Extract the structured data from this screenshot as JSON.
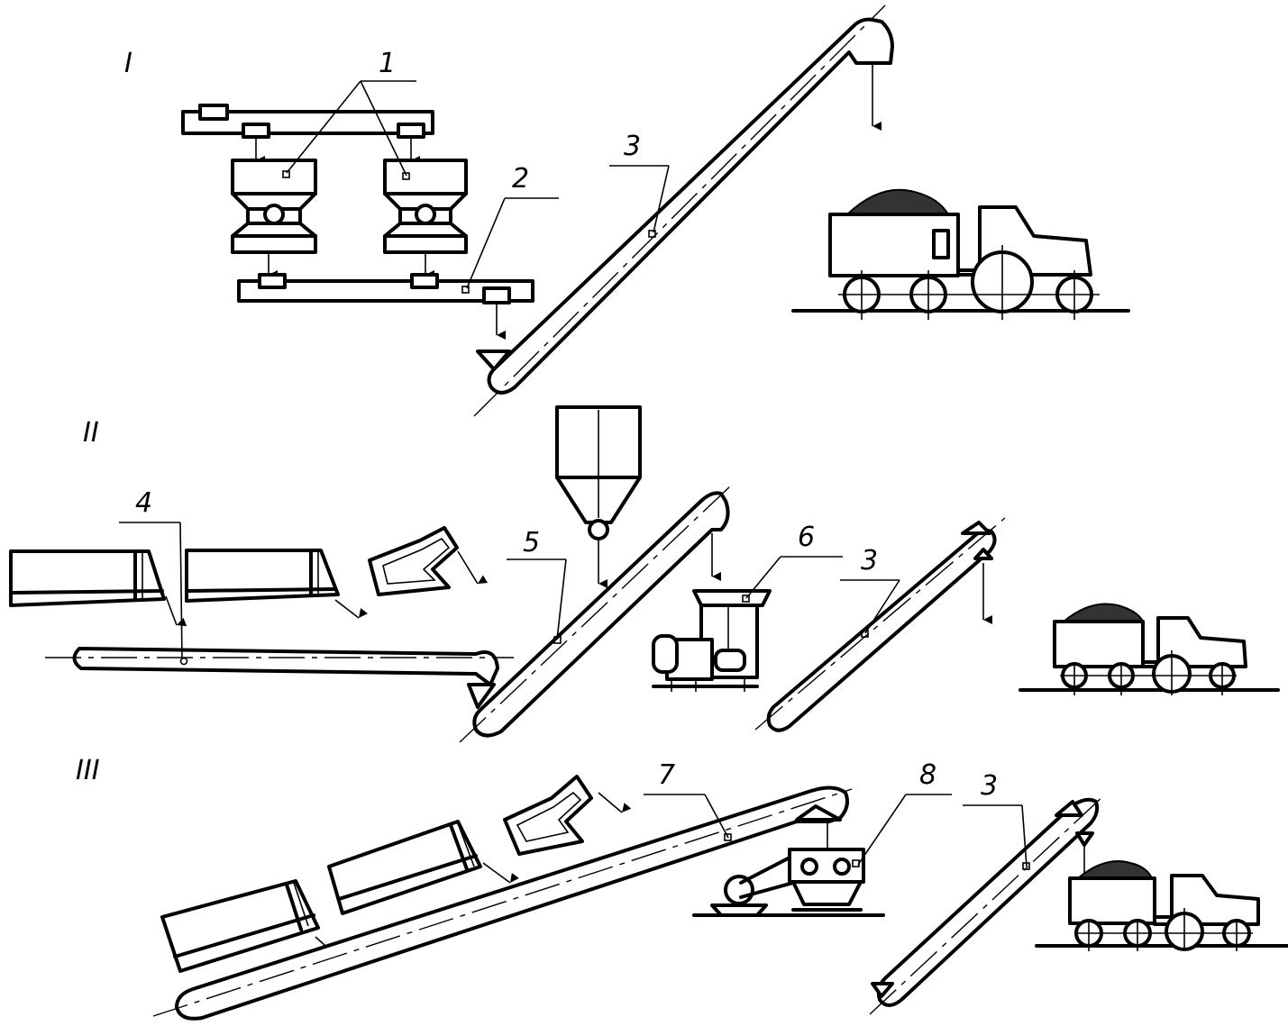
{
  "sections": [
    {
      "id": "I",
      "numeral": "I"
    },
    {
      "id": "II",
      "numeral": "II"
    },
    {
      "id": "III",
      "numeral": "III"
    }
  ],
  "callouts": {
    "c1": "1",
    "c2": "2",
    "c3a": "3",
    "c3b": "3",
    "c3c": "3",
    "c4": "4",
    "c5": "5",
    "c6": "6",
    "c7": "7",
    "c8": "8"
  }
}
